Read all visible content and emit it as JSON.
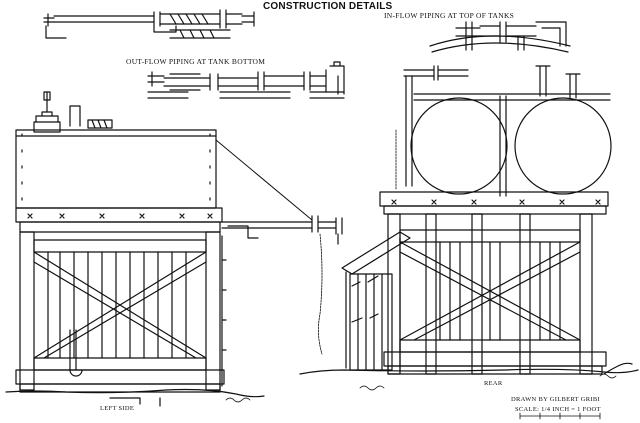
{
  "title": "CONSTRUCTION DETAILS",
  "captions": {
    "inflow": "IN-FLOW PIPING AT TOP OF TANKS",
    "outflow": "OUT-FLOW PIPING AT TANK BOTTOM",
    "left_side": "LEFT SIDE",
    "rear": "REAR",
    "drawn_by": "DRAWN BY GILBERT GRIBI",
    "scale": "SCALE: 1/4 INCH = 1 FOOT"
  },
  "colors": {
    "ink": "#111111",
    "paper": "#ffffff"
  }
}
